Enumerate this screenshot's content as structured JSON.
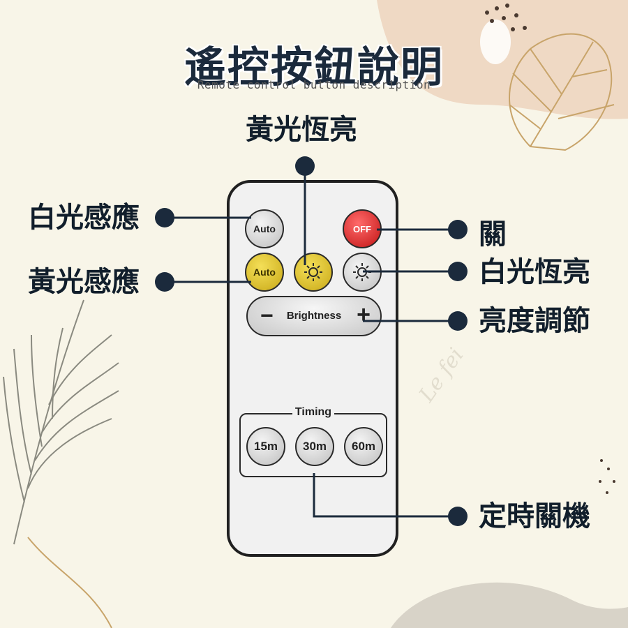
{
  "header": {
    "title": "遙控按鈕說明",
    "subtitle": "Remote control button description"
  },
  "watermark": "Le fei",
  "labels": {
    "yellow_constant": "黃光恆亮",
    "white_sensor": "白光感應",
    "yellow_sensor": "黃光感應",
    "off": "關",
    "white_constant": "白光恆亮",
    "brightness_adjust": "亮度調節",
    "timer_off": "定時關機"
  },
  "remote": {
    "auto_label": "Auto",
    "off_label": "OFF",
    "brightness_label": "Brightness",
    "minus": "−",
    "plus": "+",
    "timing_label": "Timing",
    "timers": [
      "15m",
      "30m",
      "60m"
    ]
  },
  "colors": {
    "title": "#1b2a3c",
    "background": "#f8f5e8",
    "peach_blob": "#efd9c4",
    "off_button": "#d01c1c",
    "yellow_button": "#e3c52f",
    "connector": "#1b2a3c"
  },
  "icons": [
    "sun-icon-yellow",
    "sun-icon-white"
  ]
}
